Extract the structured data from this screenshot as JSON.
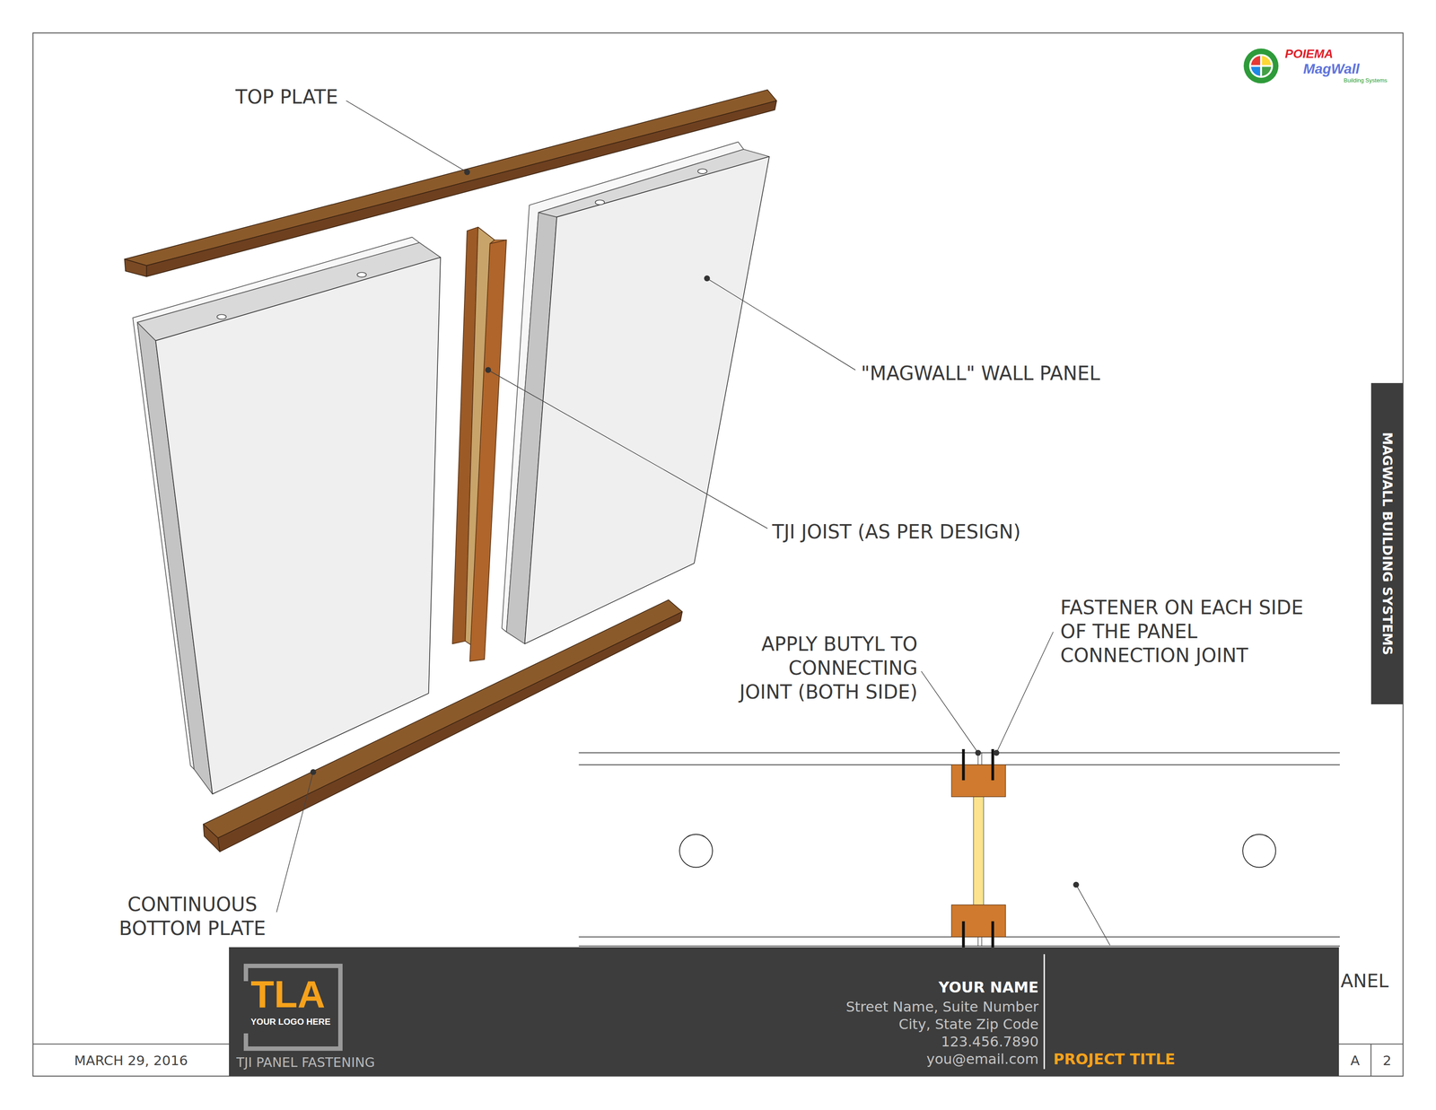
{
  "diagram": {
    "nodes": [
      {
        "text": [
          "MAGWALL BUILDING SYSTEMS"
        ]
      },
      {
        "text": [
          "YOUR NAME",
          "Street Name, Suite Number",
          "City, State Zip Code",
          "123.456.7890",
          "you@email.com",
          "PROJECT TITLE",
          "TJI PANEL FASTENING"
        ]
      },
      {
        "text": [
          "TLA",
          "YOUR LOGO HERE"
        ],
        "in": 1
      },
      {
        "text": [
          "MARCH 29, 2016"
        ]
      },
      {
        "text": [
          "A"
        ]
      },
      {
        "text": [
          "2"
        ]
      }
    ],
    "labels": [
      "TOP PLATE",
      "\"MAGWALL\" WALL PANEL",
      "TJI JOIST (AS PER DESIGN)",
      "CONTINUOUS BOTTOM PLATE",
      "APPLY BUTYL TO CONNECTING JOINT (BOTH SIDE)",
      "FASTENER ON EACH SIDE OF THE PANEL CONNECTION JOINT",
      "ANEL",
      "POIEMA",
      "MagWall",
      "Building Systems"
    ]
  }
}
